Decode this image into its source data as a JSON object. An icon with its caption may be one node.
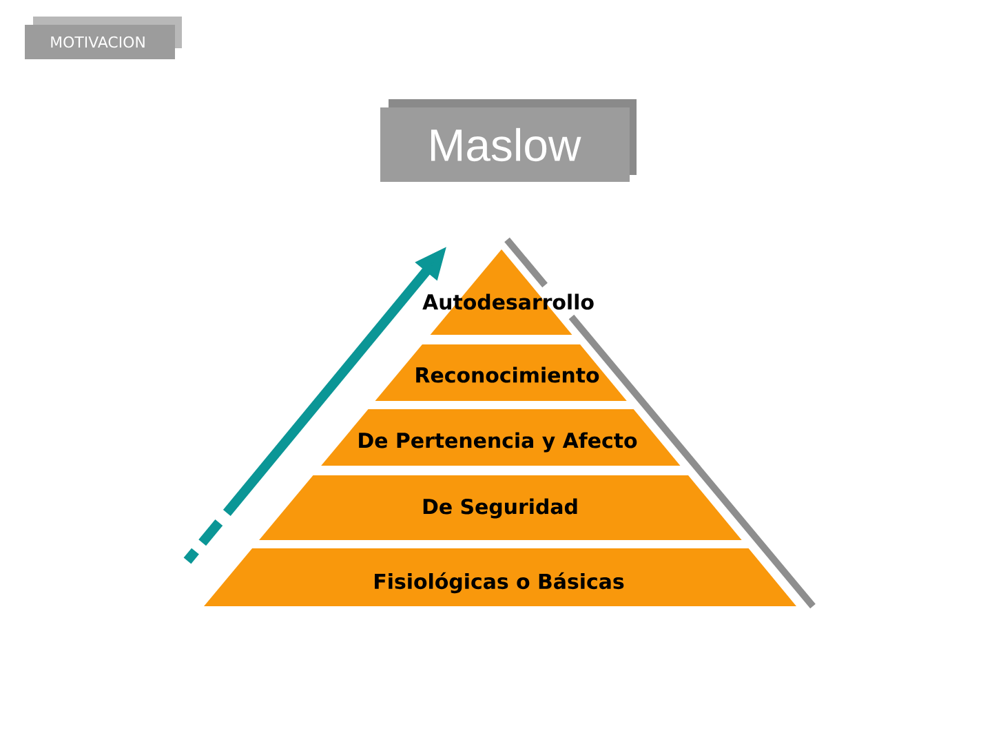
{
  "diagram": {
    "title": "Maslow",
    "nodes": [
      {
        "text": [
          "MOTIVACION"
        ]
      },
      {
        "text": [
          "Autodesarrollo"
        ]
      },
      {
        "text": [
          "Reconocimiento"
        ]
      },
      {
        "text": [
          "De Pertenencia y Afecto"
        ]
      },
      {
        "text": [
          "De Seguridad"
        ]
      },
      {
        "text": [
          "Fisiológicas o Básicas"
        ]
      }
    ]
  }
}
